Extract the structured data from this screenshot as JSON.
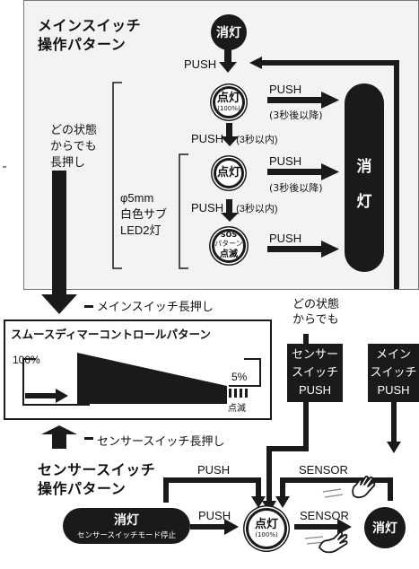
{
  "main_panel": {
    "title_line1": "メインスイッチ",
    "title_line2": "操作パターン",
    "start_state": "消灯",
    "push_label": "PUSH",
    "state_on": {
      "main": "点灯",
      "sub": "(100%)"
    },
    "push_to_off_1": "PUSH",
    "push_to_off_1_note": "(3秒後以降)",
    "push_next_1": "PUSH",
    "push_next_1_note": "(3秒以内)",
    "state_sub_led": {
      "main": "点灯"
    },
    "push_to_off_2": "PUSH",
    "push_to_off_2_note": "(3秒後以降)",
    "push_next_2": "PUSH",
    "push_next_2_note": "(3秒以内)",
    "state_sos": {
      "line1": "SOS",
      "line2": "パターン",
      "line3": "点滅"
    },
    "push_to_off_3": "PUSH",
    "off_bar_line1": "消",
    "off_bar_line2": "灯",
    "any_state_note": [
      "どの状態",
      "からでも",
      "長押し"
    ],
    "led_note": [
      "φ5mm",
      "白色サブ",
      "LED2灯"
    ]
  },
  "main_long_press": "メインスイッチ長押し",
  "any_state_right": [
    "どの状態",
    "からでも"
  ],
  "dimmer_panel": {
    "title": "スムースディマーコントロールパターン",
    "start_pct": "100%",
    "end_pct": "5%",
    "blink": "点滅"
  },
  "sensor_switch_box": [
    "センサー",
    "スイッチ",
    "PUSH"
  ],
  "main_switch_box": [
    "メイン",
    "スイッチ",
    "PUSH"
  ],
  "sensor_long_press": "センサースイッチ長押し",
  "sensor_panel": {
    "title_line1": "センサースイッチ",
    "title_line2": "操作パターン",
    "top_push": "PUSH",
    "top_sensor": "SENSOR",
    "off_state": "消灯",
    "off_state_note": "センサースイッチモード停止",
    "push_label": "PUSH",
    "on_state": {
      "main": "点灯",
      "sub": "(100%)"
    },
    "sensor_label": "SENSOR",
    "off_right": "消灯"
  }
}
